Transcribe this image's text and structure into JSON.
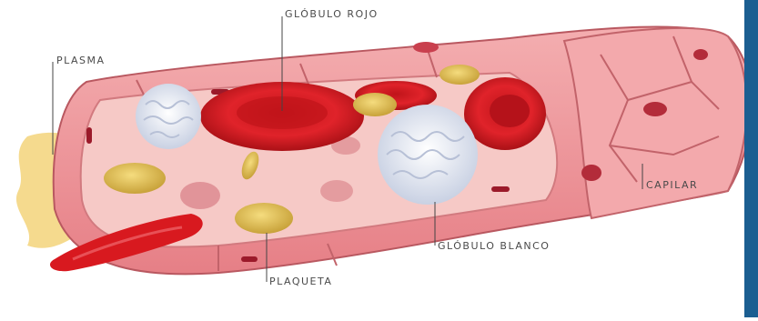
{
  "labels": {
    "red_cell": "GLÓBULO ROJO",
    "plasma": "PLASMA",
    "capillary": "CAPILAR",
    "white_cell": "GLÓBULO BLANCO",
    "platelet": "PLAQUETA"
  },
  "colors": {
    "vessel_wall": "#e98a8e",
    "vessel_wall_light": "#f6b7b4",
    "vessel_inner": "#f2c2bf",
    "red_cell": "#d4161d",
    "red_cell_dark": "#9e0d12",
    "white_cell": "#eef0f5",
    "platelet": "#e2c257",
    "plasma_splash": "#f3d37a",
    "side_bar": "#1b5e91"
  }
}
